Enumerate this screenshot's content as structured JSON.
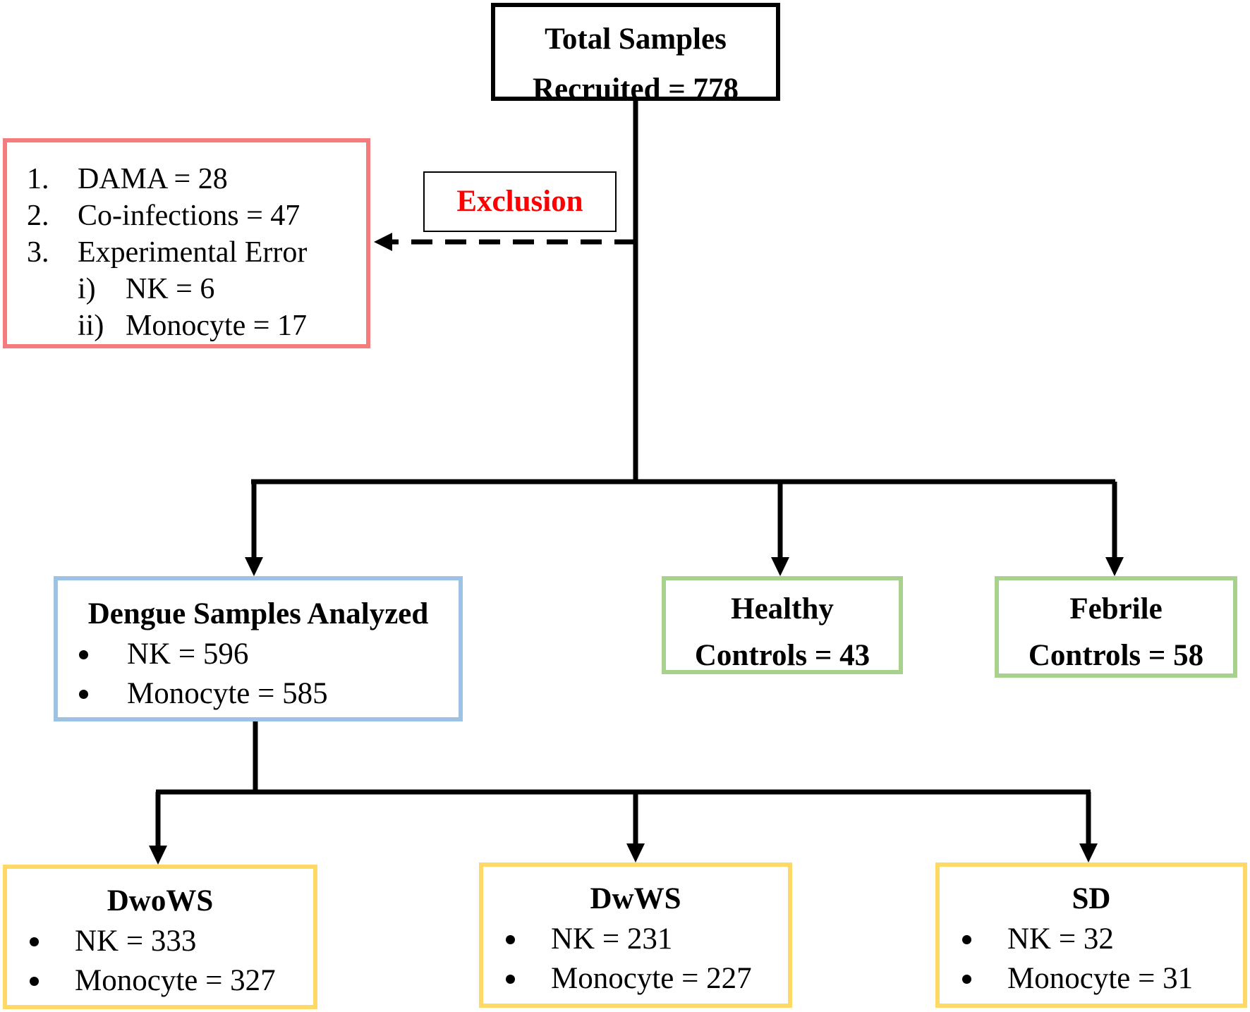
{
  "root": {
    "line1": "Total Samples",
    "line2": "Recruited = 778"
  },
  "exclusion": {
    "label": "Exclusion",
    "items": [
      {
        "marker": "1.",
        "text": "DAMA = 28"
      },
      {
        "marker": "2.",
        "text": "Co-infections = 47"
      },
      {
        "marker": "3.",
        "text": "Experimental Error"
      }
    ],
    "subitems": [
      {
        "marker": "i)",
        "text": "NK = 6"
      },
      {
        "marker": "ii)",
        "text": "Monocyte = 17"
      }
    ]
  },
  "dengue": {
    "title": "Dengue Samples Analyzed",
    "items": [
      "NK = 596",
      "Monocyte = 585"
    ]
  },
  "healthy": {
    "line1": "Healthy",
    "line2": "Controls = 43"
  },
  "febrile": {
    "line1": "Febrile",
    "line2": "Controls = 58"
  },
  "dwows": {
    "title": "DwoWS",
    "items": [
      "NK = 333",
      "Monocyte = 327"
    ]
  },
  "dwws": {
    "title": "DwWS",
    "items": [
      "NK = 231",
      "Monocyte = 227"
    ]
  },
  "sd": {
    "title": "SD",
    "items": [
      "NK = 32",
      "Monocyte = 31"
    ]
  },
  "colors": {
    "exclusion_border": "#f47c7c",
    "dengue_border": "#9cc3e4",
    "controls_border": "#a9d18e",
    "severity_border": "#ffd966",
    "exclusion_text": "#ff0000"
  }
}
